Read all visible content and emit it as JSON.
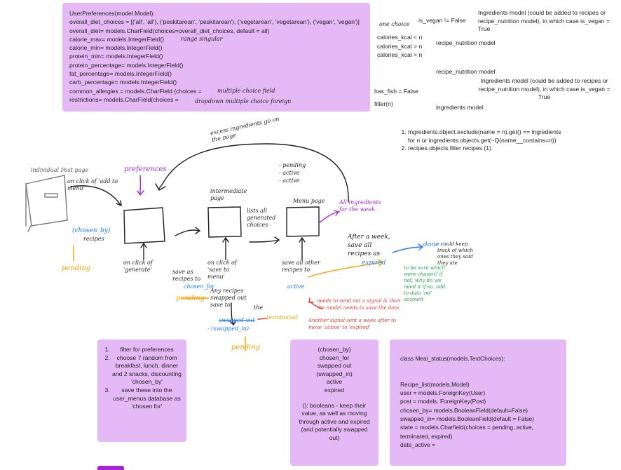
{
  "model_note": {
    "lines": [
      "UserPreferences(model.Model):",
      "overall_diet_choices = [('all', 'all'), ('peskitarean', 'peskitarean'), ('vegetarean', 'vegetarean'), ('vegan', 'vegan')]",
      "overall_diet= models.CharField(choices=overall_diet_choices, default = all)",
      "calorie_max= models.IntegerField()",
      "calorie_min= models.IntegerField()",
      "protein_min= models.IntegerField()",
      "protein_percentage= models.IntegerField()",
      "fat_percentage= models.IntegerField()",
      "carb_percentage= models.IntegerField()",
      "common_allergies = models.CharField (choices =",
      "restrictions= models.CharField(choices ="
    ]
  },
  "annotations": {
    "one_choice": "one choice",
    "range_singular": "range singular",
    "multiple_choice": "multiple choice field",
    "dropdown": "dropdown multiple choice foreign"
  },
  "filters": {
    "is_vegan": "is_vegan != False",
    "cal_lt": "calories_kcal < n",
    "cal_gt1": "calories_kcal > n",
    "cal_gt2": "calories_kcal > n",
    "has_fish": "has_fish = False",
    "filter_n": "filter(n)",
    "ing_model_1": "Ingredients model (could be added to recipes or recipe_nutrition model), in which case is_vegan = True",
    "nutrition_1": "recipe_nutrition model",
    "nutrition_2": "recipe_nutrition model",
    "ing_model_2": "Ingredients model (could be added to recipes or recipe_nutrition model), in which case is_vegan = True",
    "ingredients_model": "ingredients model"
  },
  "steps_list": [
    "Ingredients.object.exclude(name = n).get() == ingredients for n or ingredients.objects.get(~Q(name__contains=n))",
    "recipes.objects.filter recipes (1)"
  ],
  "sketch": {
    "individual_post_page": "individual Post page",
    "on_click_add_to_menu": "on click of 'add to menu'",
    "preferences": "preferences",
    "chosen_by": "(chosen_by)",
    "recipes": "recipes",
    "pending": "pending",
    "on_click_generate": "on click of 'generate'",
    "save_as_recipes_to": "save as recipes to",
    "chosen_for": "chosen_for",
    "intermediate_page": "intermediate page",
    "lists_all_generated": "lists all generated choices",
    "on_click_save_to_menu": "on click of 'save to menu'",
    "menu_page": "Menu page",
    "all_ingredients": "All ingredients for the week.",
    "excess_ingredients": "excess ingredients go on the page",
    "state_list": "- pending\n- active\n- active",
    "save_all_other": "save all other recipes to",
    "active": "active",
    "after_week": "After a week, save all recipes as",
    "expired": "expired",
    "done": "done",
    "could_keep": "- could keep track of which ones they said they ate",
    "be_sure": "to be sure which were chosen? if not, why do we need it if so, add to data 'int' account",
    "needs_signal": "needs to send out a signal & then the model needs to save the date.",
    "another_signal": "Another signal sent a week after to move 'active' to 'expired'",
    "pending2": "pending",
    "any_recipes": "Any recipes swapped out save to",
    "swapped_out": "swapped out",
    "swapped_in": "- (swapped_in)",
    "the": "the",
    "terminated": "terminated",
    "pending3": "pending"
  },
  "bottom_left": [
    "filter for preferences",
    "choose 7 random from breakfast, lunch, dinner and 2 snacks, discounting 'chosen_by'",
    "save these into the user_menus database as 'chosen for'"
  ],
  "bottom_mid": {
    "lines": [
      "(chosen_by)",
      "chosen_for",
      "swapped out",
      "(swapped_in)",
      "active",
      "expired"
    ],
    "booleans": "(): booleans - keep their value, as well as moving through active and expired (and potentially swapped out)"
  },
  "bottom_right": {
    "lines": [
      "class Meal_status(models.TextChoices):",
      "",
      "",
      "Recipe_list(models.Model)",
      "user = models.ForeignKey(User)",
      "post = models. ForeignKey(Post)",
      "chosen_by= models.BooleanField(default=False)",
      "swapped_in= models.BooleanField(default = False)",
      "state = models.Charfield(choices = pending, active,",
      "terminated, expired)",
      "date_active ="
    ]
  },
  "colors": {
    "note": "#e5b9f5",
    "ink": "#1e1e1e",
    "blue": "#1c7cf2",
    "purple": "#a325d4",
    "orange": "#f5a000",
    "red": "#e03a2f",
    "green": "#1f9d55"
  }
}
